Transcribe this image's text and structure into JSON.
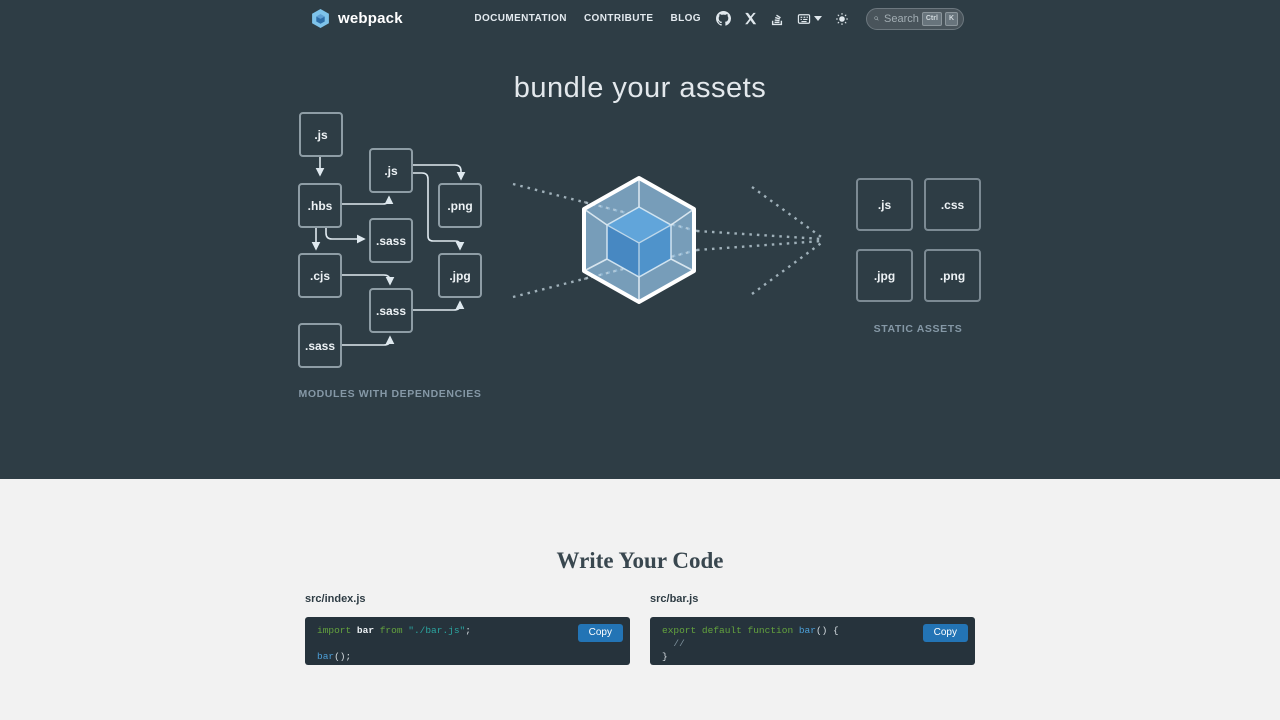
{
  "nav": {
    "brand": "webpack",
    "links": [
      {
        "label": "DOCUMENTATION"
      },
      {
        "label": "CONTRIBUTE"
      },
      {
        "label": "BLOG"
      }
    ],
    "icons": [
      "github-icon",
      "x-twitter-icon",
      "stackoverflow-icon",
      "language-icon",
      "theme-sun-icon"
    ],
    "search": {
      "placeholder": "Search",
      "shortcut": [
        "Ctrl",
        "K"
      ]
    }
  },
  "hero": {
    "title": "bundle your assets",
    "modules_label": "MODULES WITH DEPENDENCIES",
    "assets_label": "STATIC ASSETS",
    "modules": [
      {
        "label": ".js"
      },
      {
        "label": ".js"
      },
      {
        "label": ".hbs"
      },
      {
        "label": ".png"
      },
      {
        "label": ".sass"
      },
      {
        "label": ".cjs"
      },
      {
        "label": ".jpg"
      },
      {
        "label": ".sass"
      },
      {
        "label": ".sass"
      }
    ],
    "assets": [
      {
        "label": ".js"
      },
      {
        "label": ".css"
      },
      {
        "label": ".jpg"
      },
      {
        "label": ".png"
      }
    ]
  },
  "write_code": {
    "title": "Write Your Code",
    "examples": [
      {
        "filename": "src/index.js",
        "copy_label": "Copy",
        "lines": [
          [
            {
              "t": "import ",
              "c": "kw"
            },
            {
              "t": "bar ",
              "c": "id"
            },
            {
              "t": "from ",
              "c": "kw"
            },
            {
              "t": "\"./bar.js\"",
              "c": "str"
            },
            {
              "t": ";",
              "c": "pl"
            }
          ],
          [],
          [
            {
              "t": "bar",
              "c": "fn"
            },
            {
              "t": "();",
              "c": "pl"
            }
          ]
        ]
      },
      {
        "filename": "src/bar.js",
        "copy_label": "Copy",
        "lines": [
          [
            {
              "t": "export ",
              "c": "kw"
            },
            {
              "t": "default ",
              "c": "kw"
            },
            {
              "t": "function ",
              "c": "kw"
            },
            {
              "t": "bar",
              "c": "fn"
            },
            {
              "t": "() {",
              "c": "pl"
            }
          ],
          [
            {
              "t": "  //",
              "c": "com"
            }
          ],
          [
            {
              "t": "}",
              "c": "pl"
            }
          ]
        ]
      }
    ]
  },
  "colors": {
    "hero_bg": "#2e3d45",
    "section_bg": "#f2f2f2",
    "accent_blue": "#2374b5",
    "cube_light": "#8cb8da",
    "cube_dark": "#4f93cb",
    "box_border": "#c9d8e1",
    "label_muted": "#8598a6"
  }
}
